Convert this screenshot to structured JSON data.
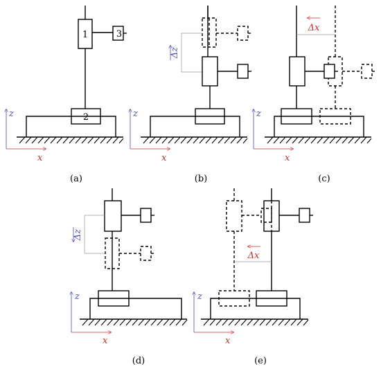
{
  "labels": {
    "a": "(a)",
    "b": "(b)",
    "c": "(c)",
    "d": "(d)",
    "e": "(e)"
  },
  "axis": {
    "x": "x",
    "z": "z"
  },
  "deltas": {
    "dz": "Δz",
    "dx": "Δx"
  },
  "blocks": {
    "one": "1",
    "two": "2",
    "three": "3"
  },
  "colors": {
    "axis_x": "#d62a2a",
    "axis_z": "#4a4ad0",
    "delta_x": "#d62a2a",
    "delta_z": "#4a4ad0",
    "ink": "#000000"
  }
}
